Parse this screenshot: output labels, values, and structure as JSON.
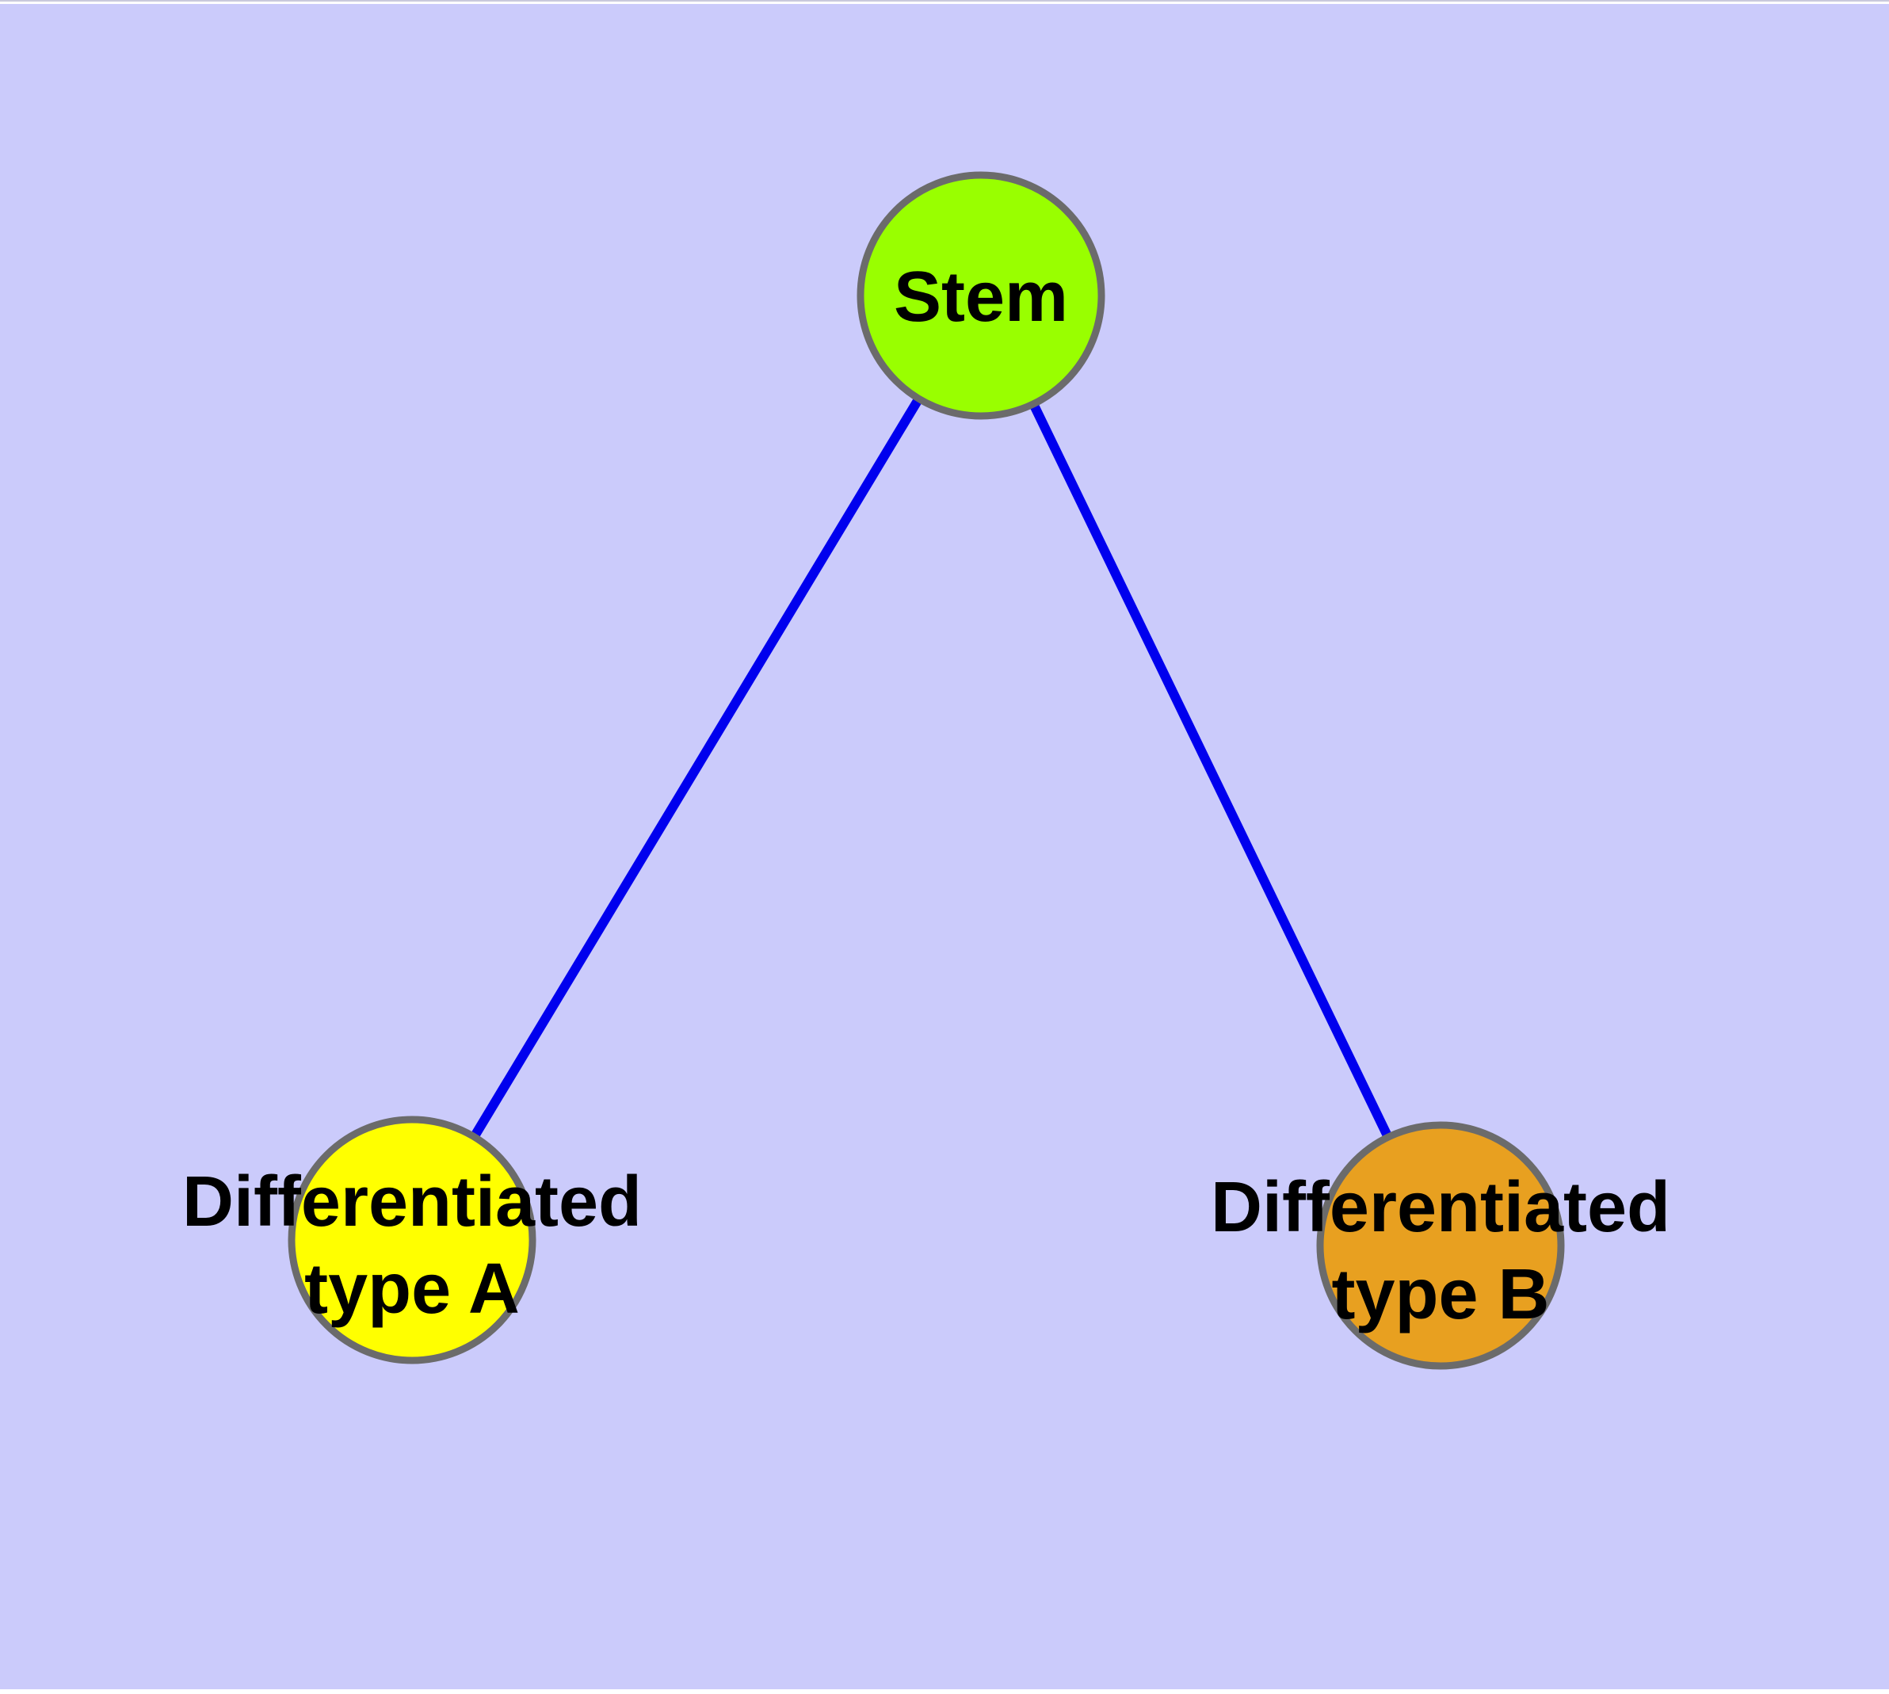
{
  "diagram": {
    "type": "graph",
    "background_color": "#CBCBFB",
    "frame_color": "#FFFFFF",
    "edge_color": "#0000EE",
    "node_border_color": "#6B6B6B",
    "label_color": "#000000",
    "nodes": [
      {
        "id": "stem",
        "label": "Stem",
        "color": "#99FF00"
      },
      {
        "id": "type-a",
        "label": "Differentiated type A",
        "label_lines": [
          "Differentiated",
          "type A"
        ],
        "color": "#FFFF00"
      },
      {
        "id": "type-b",
        "label": "Differentiated type B",
        "label_lines": [
          "Differentiated",
          "type B"
        ],
        "color": "#E8A020"
      }
    ],
    "edges": [
      {
        "from": "Stem",
        "to": "Differentiated type A"
      },
      {
        "from": "Stem",
        "to": "Differentiated type B"
      }
    ]
  }
}
